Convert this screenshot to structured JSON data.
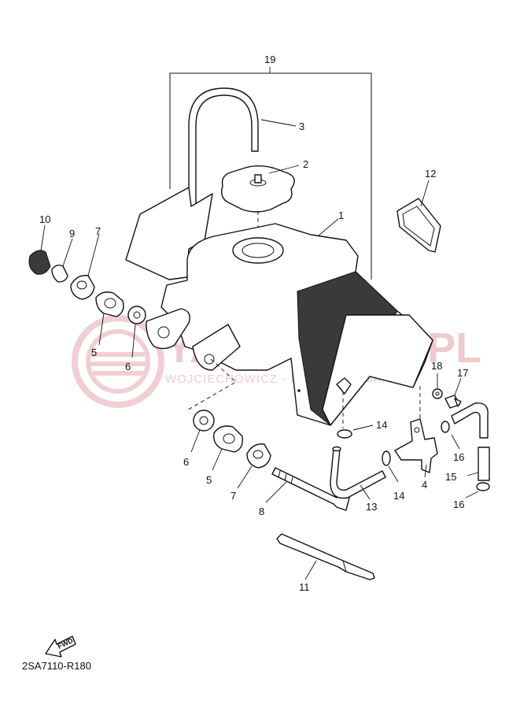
{
  "watermark": {
    "title": "YAMA-SHOP.PL",
    "subtitle": "WOJCIECHOWICZ - DEALER YAMAHA"
  },
  "diagram_code": "2SA7110-R180",
  "fwd_label": "FWD",
  "callouts": {
    "p19": "19",
    "p3": "3",
    "p2": "2",
    "p12": "12",
    "p1": "1",
    "p10": "10",
    "p9": "9",
    "p7a": "7",
    "p5a": "5",
    "p6a": "6",
    "p18": "18",
    "p17": "17",
    "p14a": "14",
    "p16a": "16",
    "p4": "4",
    "p15": "15",
    "p14b": "14",
    "p16b": "16",
    "p6b": "6",
    "p5b": "5",
    "p7b": "7",
    "p8": "8",
    "p13": "13",
    "p11": "11"
  }
}
